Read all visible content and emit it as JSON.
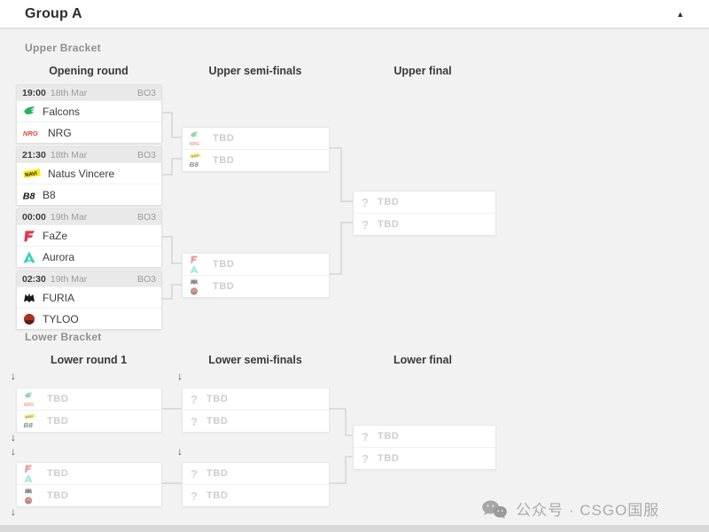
{
  "header": {
    "title": "Group A"
  },
  "icons": {
    "collapse": "▲",
    "drop_arrow": "↓",
    "placeholder": "?",
    "watermark": "wechat-icon"
  },
  "tbd_label": "TBD",
  "logo_glyphs": {
    "nrg": "NRG",
    "navi": "NAVI",
    "b8": "B8"
  },
  "upper": {
    "label": "Upper Bracket",
    "columns": [
      "Opening round",
      "Upper semi-finals",
      "Upper final"
    ],
    "matches": [
      {
        "time": "19:00",
        "date": "18th Mar",
        "format": "BO3",
        "team1": "Falcons",
        "team2": "NRG",
        "icon1": "falcons-icon",
        "icon2": "nrg-icon"
      },
      {
        "time": "21:30",
        "date": "18th Mar",
        "format": "BO3",
        "team1": "Natus Vincere",
        "team2": "B8",
        "icon1": "navi-icon",
        "icon2": "b8-icon"
      },
      {
        "time": "00:00",
        "date": "19th Mar",
        "format": "BO3",
        "team1": "FaZe",
        "team2": "Aurora",
        "icon1": "faze-icon",
        "icon2": "aurora-icon"
      },
      {
        "time": "02:30",
        "date": "19th Mar",
        "format": "BO3",
        "team1": "FURIA",
        "team2": "TYLOO",
        "icon1": "furia-icon",
        "icon2": "tyloo-icon"
      }
    ]
  },
  "lower": {
    "label": "Lower Bracket",
    "columns": [
      "Lower round 1",
      "Lower semi-finals",
      "Lower final"
    ]
  },
  "watermark": {
    "text": "公众号 · CSGO国服"
  }
}
